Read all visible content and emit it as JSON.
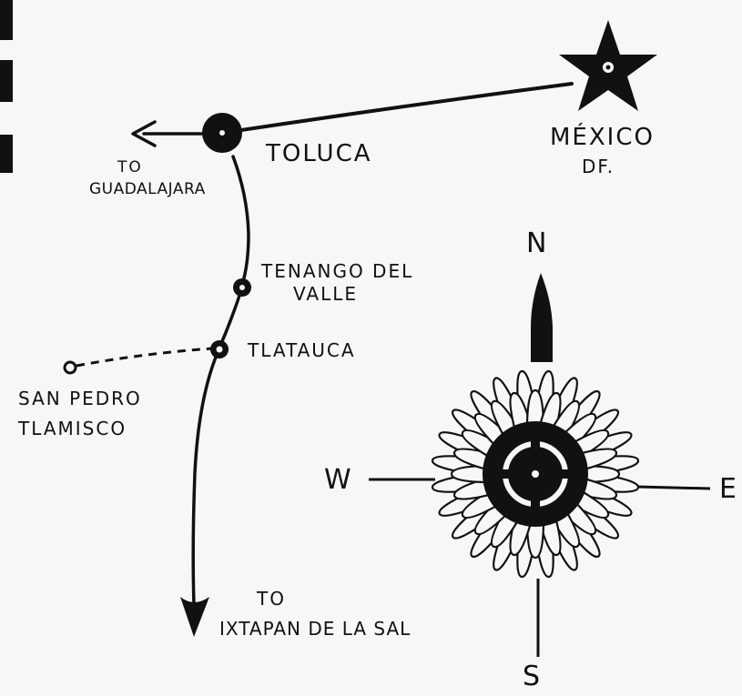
{
  "places": {
    "mexico_df_line1": "MÉXICO",
    "mexico_df_line2": "DF.",
    "toluca": "TOLUCA",
    "guadalajara_line1": "TO",
    "guadalajara_line2": "GUADALAJARA",
    "tenango_line1": "TENANGO DEL",
    "tenango_line2": "VALLE",
    "tlatauca": "TLATAUCA",
    "san_pedro_line1": "SAN PEDRO",
    "san_pedro_line2": "TLAMISCO",
    "ixtapan_line1": "TO",
    "ixtapan_line2": "IXTAPAN DE LA SAL"
  },
  "compass": {
    "north": "N",
    "south": "S",
    "east": "E",
    "west": "W"
  },
  "colors": {
    "ink": "#111111",
    "paper": "#f7f7f5"
  }
}
